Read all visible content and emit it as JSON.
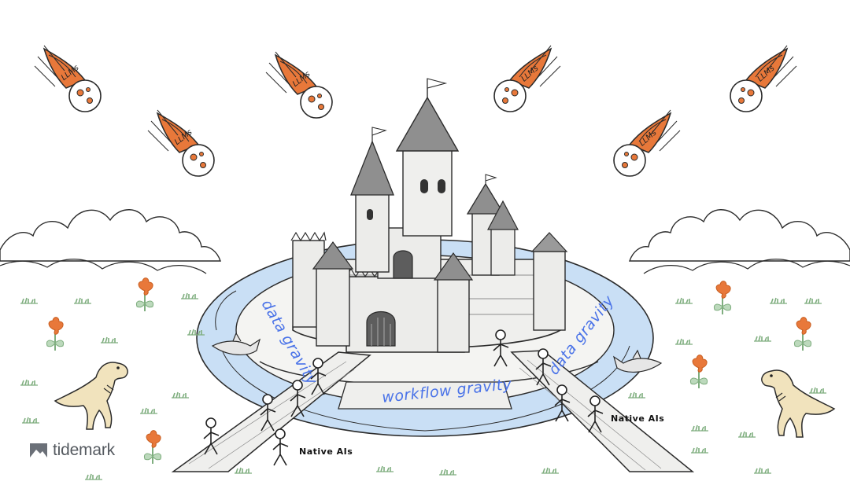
{
  "meteors": {
    "label": "LLMs",
    "color": "#e8783a"
  },
  "moat_labels": {
    "left": "data gravity",
    "right": "data gravity",
    "bridge": "workflow gravity"
  },
  "defenders": {
    "left": "Native AIs",
    "right": "Native AIs"
  },
  "brand": {
    "name": "tidemark"
  },
  "colors": {
    "water": "#c9dff5",
    "ink": "#2b2b2b",
    "annotation": "#4a73e8",
    "dino": "#f1e3bd",
    "flower": "#e8783a",
    "grass": "#7fae7f"
  }
}
